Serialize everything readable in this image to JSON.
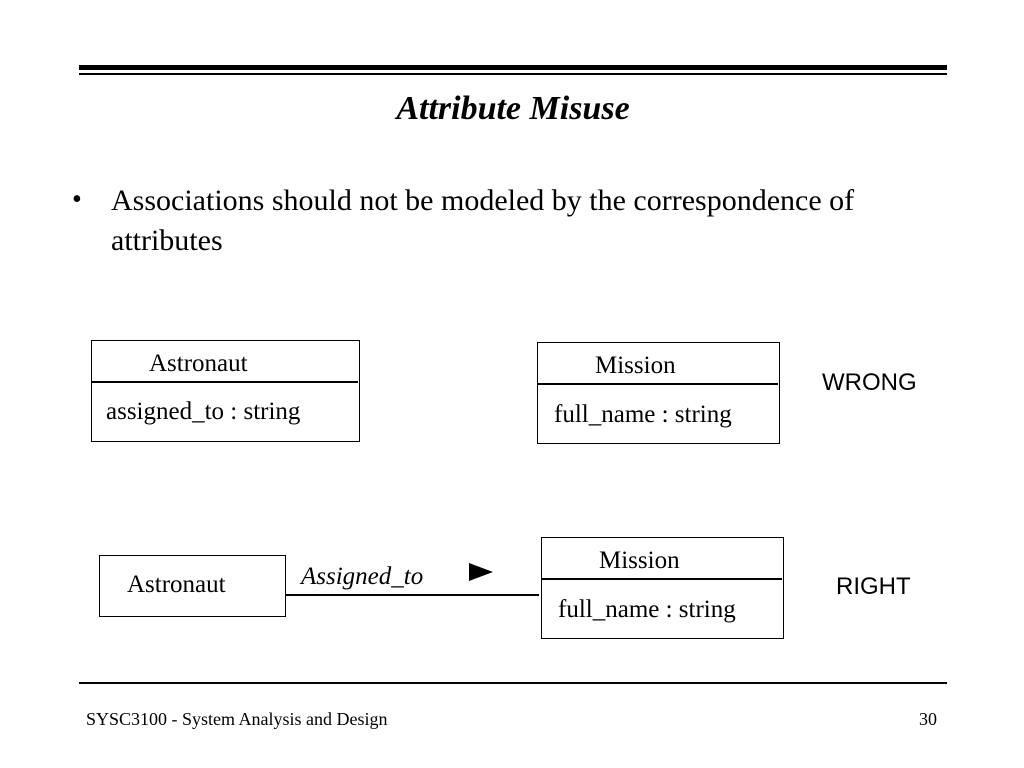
{
  "slide": {
    "title": "Attribute Misuse",
    "bullets": [
      {
        "marker": "•",
        "text": "Associations should not be modeled by the correspondence of attributes"
      }
    ]
  },
  "wrong_example": {
    "verdict": "WRONG",
    "classes": [
      {
        "name": "Astronaut",
        "attribute": "assigned_to : string"
      },
      {
        "name": "Mission",
        "attribute": "full_name : string"
      }
    ]
  },
  "right_example": {
    "verdict": "RIGHT",
    "classes": [
      {
        "name": "Astronaut"
      },
      {
        "name": "Mission",
        "attribute": "full_name : string"
      }
    ],
    "association": {
      "label": "Assigned_to",
      "direction_icon": "right-triangle-arrow"
    }
  },
  "footer": {
    "course": "SYSC3100 - System Analysis and Design",
    "page_number": "30"
  }
}
